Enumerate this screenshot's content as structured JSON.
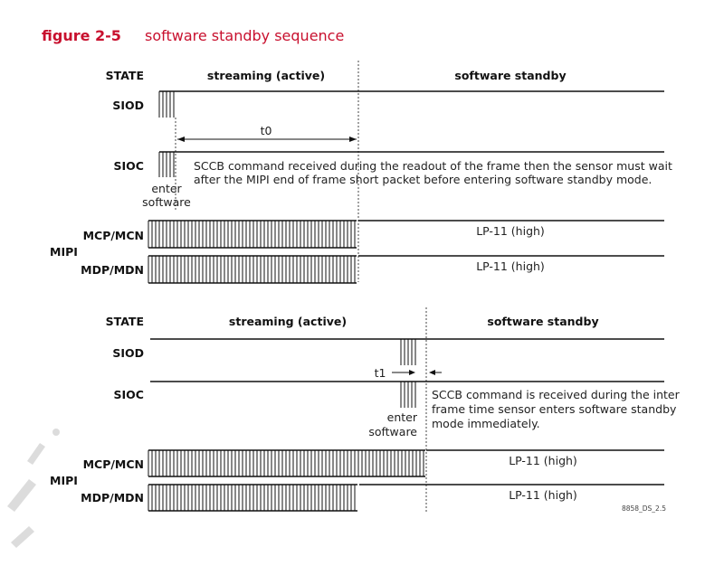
{
  "figure": {
    "number": "figure 2-5",
    "title": "software standby sequence",
    "code": "8858_DS_2.5"
  },
  "panel1": {
    "state_label": "STATE",
    "state_active": "streaming (active)",
    "state_standby": "software standby",
    "siod": "SIOD",
    "sioc": "SIOC",
    "timing_label": "t0",
    "enter_line1": "enter",
    "enter_line2": "software",
    "note_line1": "SCCB command received during the readout of the frame then the sensor must wait",
    "note_line2": "after the MIPI end of frame short packet before entering software standby mode.",
    "mipi": "MIPI",
    "mcp": "MCP/MCN",
    "mdp": "MDP/MDN",
    "lp_mcp": "LP-11 (high)",
    "lp_mdp": "LP-11 (high)"
  },
  "panel2": {
    "state_label": "STATE",
    "state_active": "streaming (active)",
    "state_standby": "software standby",
    "siod": "SIOD",
    "sioc": "SIOC",
    "timing_label": "t1",
    "enter_line1": "enter",
    "enter_line2": "software",
    "note_line1": "SCCB command is received during the inter",
    "note_line2": "frame time sensor enters software standby",
    "note_line3": "mode immediately.",
    "mipi": "MIPI",
    "mcp": "MCP/MCN",
    "mdp": "MDP/MDN",
    "lp_mcp": "LP-11 (high)",
    "lp_mdp": "LP-11 (high)"
  }
}
